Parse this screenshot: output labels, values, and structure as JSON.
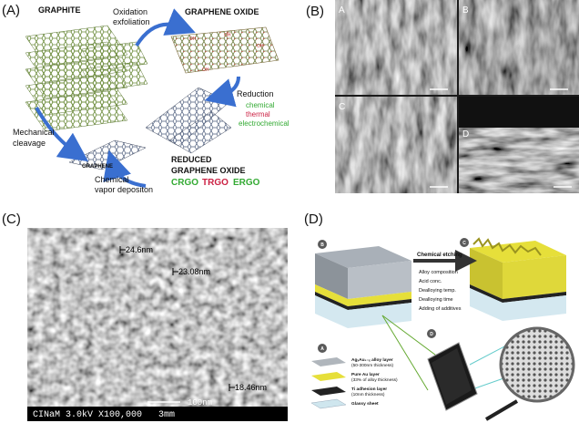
{
  "panelA": {
    "label": "(A)",
    "graphite": "GRAPHITE",
    "oxidation1": "Oxidation",
    "oxidation2": "exfoliation",
    "graphene_oxide": "GRAPHENE OXIDE",
    "oh": "OH",
    "reduction": "Reduction",
    "chemical": "chemical",
    "thermal": "thermal",
    "electrochemical": "electrochemical",
    "mechanical1": "Mechanical",
    "mechanical2": "cleavage",
    "graphene": "GRAPHENE",
    "cvd1": "Chemical",
    "cvd2": "vapor depositon",
    "rgo1": "REDUCED",
    "rgo2": "GRAPHENE OXIDE",
    "crgo": "CRGO",
    "trgo": "TRGO",
    "ergo": "ERGO"
  },
  "panelB": {
    "label": "(B)",
    "sub": [
      "A",
      "B",
      "C",
      "D"
    ]
  },
  "panelC": {
    "label": "(C)",
    "m1": "24.6nm",
    "m2": "23.08nm",
    "m3": "18.46nm",
    "scale": "100nm",
    "footer": "CINaM 3.0kV X100,000   3mm"
  },
  "panelD": {
    "label": "(D)",
    "tag_a": "A",
    "tag_b": "B",
    "tag_c": "C",
    "tag_d": "D",
    "chem_etching": "Chemical etching",
    "bullets": [
      "Alloy composition",
      "Acid conc.",
      "Dealloying temp.",
      "Dealloying time",
      "Adding of additives"
    ],
    "layers": [
      {
        "line1": "AgₓAu₁₋ₓ alloy layer",
        "line2": "(50-300nm thickness)"
      },
      {
        "line1": "Pure Au layer",
        "line2": "(33% of alloy thickness)"
      },
      {
        "line1": "Ti adhesion layer",
        "line2": "(10nm thickness)"
      },
      {
        "line1": "Glassy sheet",
        "line2": ""
      }
    ]
  },
  "colors": {
    "green": "#33aa33",
    "red": "#cc2244",
    "arrow": "#3a6fd0",
    "gold": "#e8dd40"
  }
}
